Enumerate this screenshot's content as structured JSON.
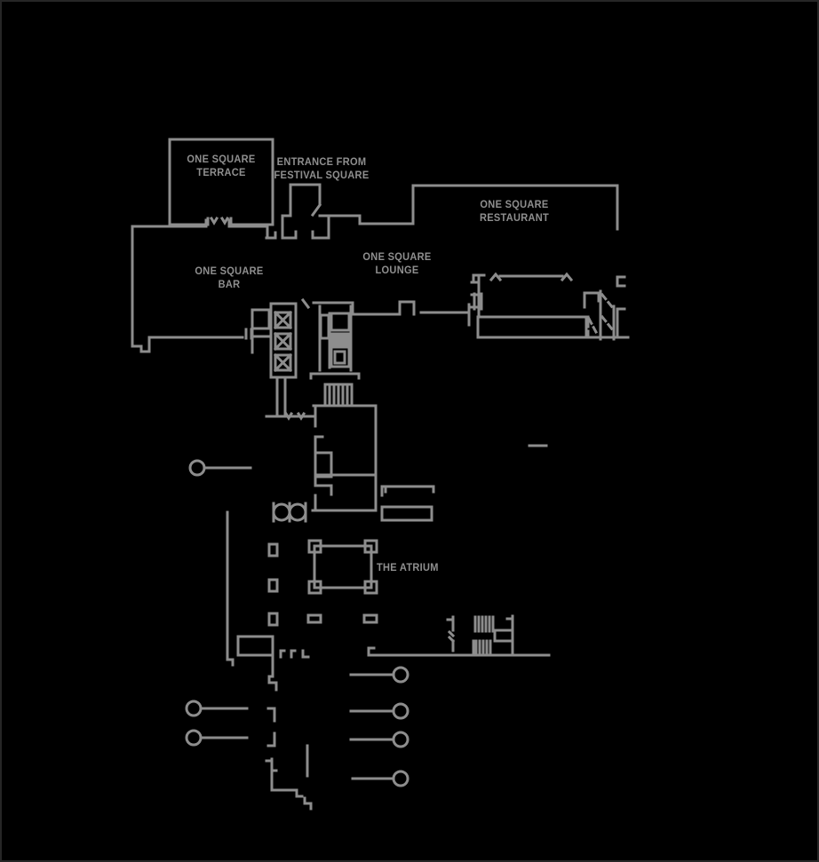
{
  "colors": {
    "wall": "#8d8d8d",
    "label": "#8f8f8f",
    "callout": "#2e2424",
    "bg": "#000000",
    "border": "#262626"
  },
  "labels": {
    "terrace": {
      "line1": "ONE SQUARE",
      "line2": "TERRACE"
    },
    "entrance": {
      "line1": "ENTRANCE FROM",
      "line2": "FESTIVAL SQUARE"
    },
    "restaurant": {
      "line1": "ONE SQUARE",
      "line2": "RESTAURANT"
    },
    "bar": {
      "line1": "ONE SQUARE",
      "line2": "BAR"
    },
    "lounge": {
      "line1": "ONE SQUARE",
      "line2": "LOUNGE"
    },
    "atrium": {
      "line1": "THE ATRIUM"
    }
  }
}
